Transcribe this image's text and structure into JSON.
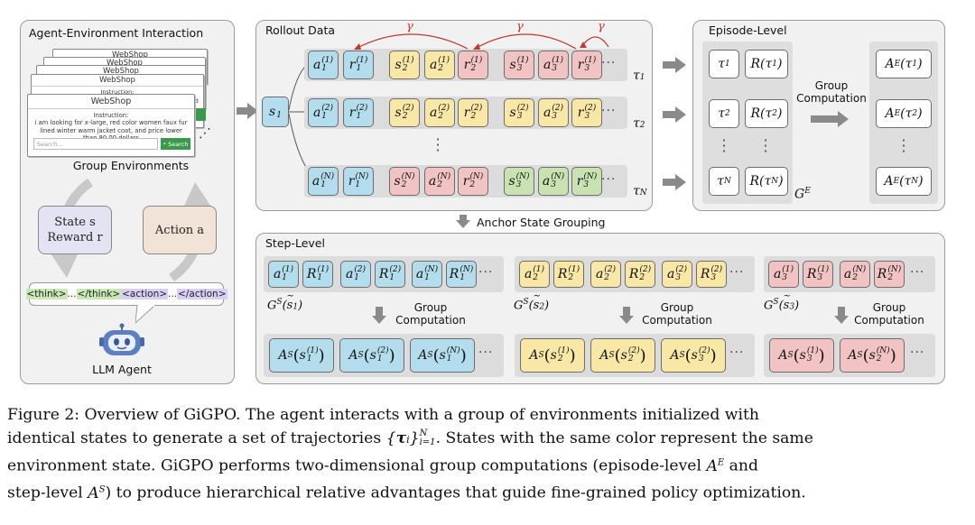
{
  "left_panel": {
    "title": "Agent-Environment Interaction",
    "webshop_title": "WebShop",
    "instruction_label": "Instruction:",
    "instruction_text": "i am looking for x-large, red color women faux fur lined winter warm jacket coat, and price lower than 80.00 dollars",
    "search_placeholder": "Search...",
    "search_button": "Search",
    "group_label": "Group Environments",
    "state_box_line1": "State s",
    "state_box_line2": "Reward r",
    "action_box": "Action a",
    "think_open": "<think>",
    "think_mid": "...",
    "think_close": "</think>",
    "action_open": "<action>",
    "action_mid": "...",
    "action_close": "</action>",
    "agent_label": "LLM Agent"
  },
  "rollout": {
    "title": "Rollout Data",
    "gamma": "γ",
    "s1": "s",
    "grouping_label": "Anchor State Grouping"
  },
  "episode": {
    "title": "Episode-Level",
    "group_comp_line1": "Group",
    "group_comp_line2": "Computation",
    "ge_label": "G",
    "ge_sup": "E"
  },
  "step": {
    "title": "Step-Level",
    "gs_label_1": "G",
    "gs_label_2": "G",
    "gs_label_3": "G",
    "group_line1": "Group",
    "group_line2": "Computation"
  },
  "caption": {
    "line1": "Figure 2: Overview of GiGPO. The agent interacts with a group of environments initialized with",
    "line2a": "identical states to generate a set of trajectories ",
    "line2b": ". States with the same color represent the same",
    "line3a": "environment state. GiGPO performs two-dimensional group computations (episode-level ",
    "line3b": " and",
    "line4a": "step-level ",
    "line4b": ") to produce hierarchical relative advantages that guide fine-grained policy optimization."
  },
  "colors": {
    "blue": "#b3dcec",
    "yellow": "#f9e7a6",
    "pink": "#f1c3c3",
    "green": "#c8e2b1",
    "gamma_red": "#c0392b",
    "think_green": "#c9e8b6",
    "action_purple": "#d7d0f2"
  }
}
